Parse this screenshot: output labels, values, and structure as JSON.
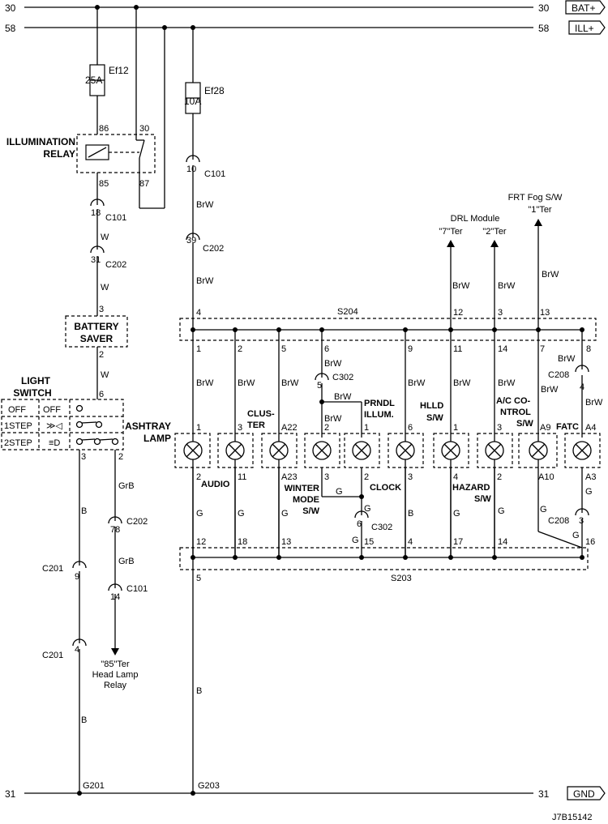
{
  "power": {
    "bat_num": "30",
    "bat_label": "BAT+",
    "ill_num": "58",
    "ill_label": "ILL+",
    "gnd_num": "31",
    "gnd_label": "GND"
  },
  "fuses": {
    "ef12_name": "Ef12",
    "ef12_rating": "25A",
    "ef28_name": "Ef28",
    "ef28_rating": "10A"
  },
  "relay": {
    "name_line1": "ILLUMINATION",
    "name_line2": "RELAY",
    "pin86": "86",
    "pin30": "30",
    "pin85": "85",
    "pin87": "87"
  },
  "connectors": {
    "c101": "C101",
    "c202": "C202",
    "c201": "C201",
    "c302": "C302",
    "c208": "C208",
    "pin10": "10",
    "pin18": "18",
    "pin31": "31",
    "pin39": "39",
    "pin78": "78",
    "pin14": "14",
    "pin9": "9",
    "pin4": "4",
    "pin5": "5",
    "pin6": "6",
    "pin3": "3"
  },
  "battery_saver": {
    "line1": "BATTERY",
    "line2": "SAVER",
    "pin_top": "3",
    "pin_bottom": "2"
  },
  "light_switch": {
    "line1": "LIGHT",
    "line2": "SWITCH",
    "pin6": "6",
    "pin3": "3",
    "pin2": "2",
    "pos_off1": "OFF",
    "pos_off2": "OFF",
    "pos_1step": "1STEP",
    "pos_2step": "2STEP"
  },
  "wires": {
    "w": "W",
    "brw": "BrW",
    "g": "G",
    "b": "B",
    "grb": "GrB"
  },
  "splices": {
    "s204": "S204",
    "s203": "S203"
  },
  "s204_pins": {
    "p4": "4",
    "p12": "12",
    "p3": "3",
    "p13": "13",
    "p1": "1",
    "p2": "2",
    "p5": "5",
    "p6": "6",
    "p9": "9",
    "p11": "11",
    "p14": "14",
    "p7": "7",
    "p8": "8"
  },
  "s203_pins": {
    "p12": "12",
    "p18": "18",
    "p13": "13",
    "p15": "15",
    "p4": "4",
    "p17": "17",
    "p14": "14",
    "p16": "16",
    "p5": "5"
  },
  "lamps": {
    "ashtray_1": "ASHTRAY",
    "ashtray_2": "LAMP",
    "audio": "AUDIO",
    "cluster_1": "CLUS-",
    "cluster_2": "TER",
    "prndl_1": "PRNDL",
    "prndl_2": "ILLUM.",
    "winter_1": "WINTER",
    "winter_2": "MODE",
    "winter_3": "S/W",
    "clock": "CLOCK",
    "hlld_1": "HLLD",
    "hlld_2": "S/W",
    "hazard_1": "HAZARD",
    "hazard_2": "S/W",
    "ac_1": "A/C CO-",
    "ac_2": "NTROL",
    "ac_3": "S/W",
    "fatc": "FATC"
  },
  "lamp_pins": {
    "ash_top": "1",
    "ash_bot": "2",
    "audio_top": "3",
    "audio_bot": "11",
    "clus_top": "A22",
    "clus_bot": "A23",
    "winter_top": "2",
    "winter_bot": "3",
    "prndl_top": "1",
    "prndl_bot": "2",
    "clock_top": "6",
    "clock_bot": "3",
    "hlld_top": "1",
    "hlld_bot": "4",
    "ac_top": "3",
    "ac_bot": "2",
    "a9": "A9",
    "a10": "A10",
    "a4": "A4",
    "a3": "A3"
  },
  "destinations": {
    "drl_title": "DRL Module",
    "drl_7ter": "\"7\"Ter",
    "drl_2ter": "\"2\"Ter",
    "frt_title": "FRT Fog S/W",
    "frt_1ter": "\"1\"Ter",
    "head_1": "\"85\"Ter",
    "head_2": "Head Lamp",
    "head_3": "Relay"
  },
  "grounds": {
    "g201": "G201",
    "g203": "G203"
  },
  "diagram_id": "J7B15142"
}
